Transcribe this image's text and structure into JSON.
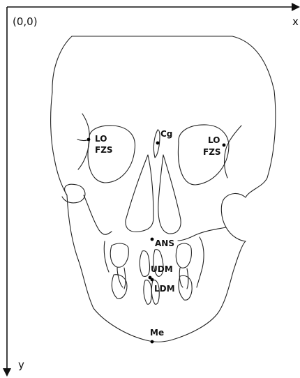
{
  "axes": {
    "origin_label": "(0,0)",
    "x_label": "x",
    "y_label": "y"
  },
  "landmarks": {
    "lo_left": "LO",
    "fzs_left": "FZS",
    "cg": "Cg",
    "lo_right": "LO",
    "fzs_right": "FZS",
    "ans": "ANS",
    "udm": "UDM",
    "ldm": "LDM",
    "me": "Me"
  }
}
